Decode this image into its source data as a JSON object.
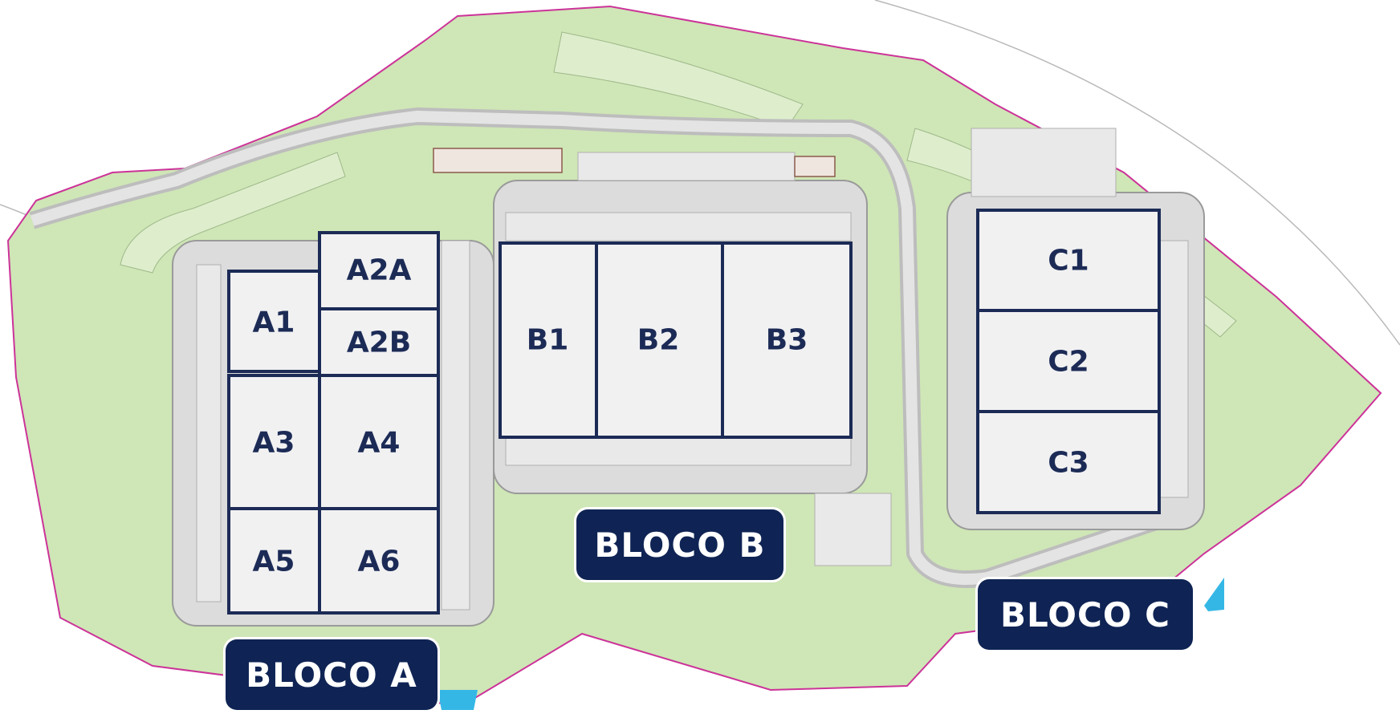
{
  "colors": {
    "terrain": "#cfe6b6",
    "terrain_light": "#deeecd",
    "road": "#d9d9d9",
    "road_edge": "#9a9a9a",
    "parking": "#e6e6e6",
    "boundary": "#cc3399",
    "unit_fill": "#f1f1f2",
    "unit_stroke": "#1c2b56",
    "badge": "#0f2454",
    "water": "#35b7e6"
  },
  "blocks": [
    {
      "id": "A",
      "badge": "BLOCO A",
      "units": [
        "A1",
        "A2A",
        "A2B",
        "A3",
        "A4",
        "A5",
        "A6"
      ]
    },
    {
      "id": "B",
      "badge": "BLOCO B",
      "units": [
        "B1",
        "B2",
        "B3"
      ]
    },
    {
      "id": "C",
      "badge": "BLOCO C",
      "units": [
        "C1",
        "C2",
        "C3"
      ]
    }
  ]
}
